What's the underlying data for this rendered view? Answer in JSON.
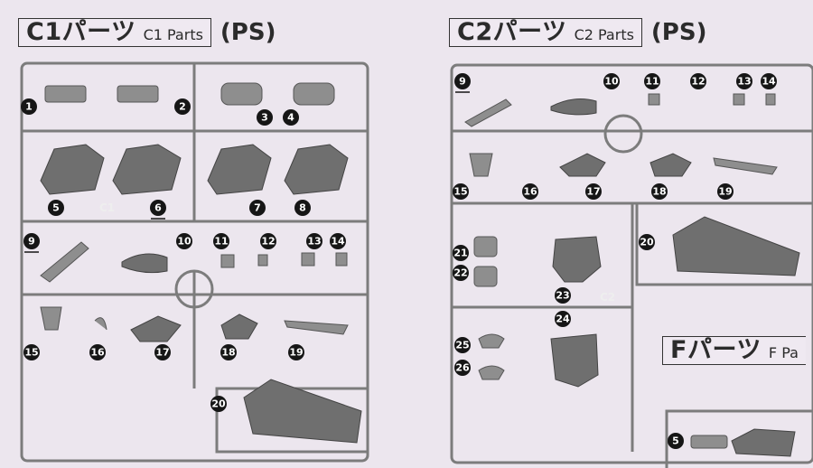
{
  "c1_header": {
    "title": "C1パーツ",
    "subtitle": "C1 Parts",
    "material": "(PS)"
  },
  "c2_header": {
    "title": "C2パーツ",
    "subtitle": "C2 Parts",
    "material": "(PS)"
  },
  "f_header": {
    "title": "Fパーツ",
    "subtitle": "F Pa"
  },
  "runner_tags": {
    "c1": "C1",
    "c2": "C2"
  },
  "c1_numbers": [
    "1",
    "2",
    "3",
    "4",
    "5",
    "6",
    "7",
    "8",
    "9",
    "10",
    "11",
    "12",
    "13",
    "14",
    "15",
    "16",
    "17",
    "18",
    "19",
    "20"
  ],
  "c2_numbers": [
    "9",
    "10",
    "11",
    "12",
    "13",
    "14",
    "15",
    "16",
    "17",
    "18",
    "19",
    "20",
    "21",
    "22",
    "23",
    "24",
    "25",
    "26"
  ],
  "f_numbers": [
    "5"
  ],
  "colors": {
    "background": "#ece6ee",
    "runner": "#7c7c7c",
    "part": "#8e8e8e",
    "marker": "#161616"
  }
}
